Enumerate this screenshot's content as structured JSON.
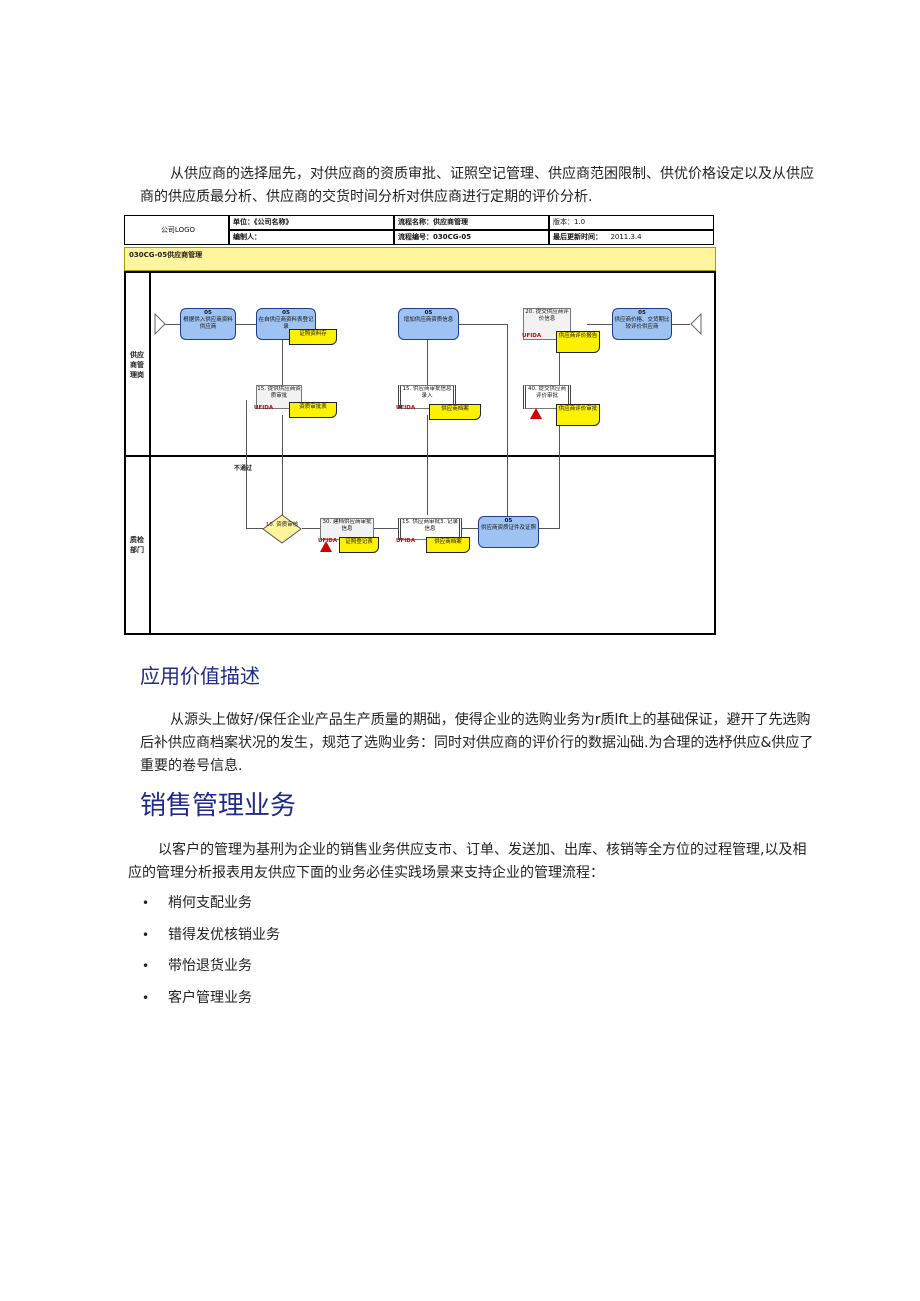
{
  "intro_paragraph": "从供应商的选择屈先，对供应商的资质审批、证照空记管理、供应商范困限制、供优价格设定以及从供应商的供应质最分析、供应商的交货时间分析对供应商进行定期的评价分析.",
  "diagram": {
    "header": {
      "logo": "公司LOGO",
      "unit_label": "单位：《公司名称》",
      "process_name_label": "流程名称：供应商管理",
      "version_label": "版本：1.0",
      "author_label": "编制人：",
      "process_code_label": "流程编号：030CG-05",
      "updated_label": "最后更新时间：",
      "updated_value": "2011.3.4"
    },
    "title": "030CG-05供应商管理",
    "lanes": [
      {
        "label": "供应商管理岗"
      },
      {
        "label": "质检部门"
      }
    ],
    "tasks": [
      {
        "code": "05",
        "text": "根据供入供应商资料供应商"
      },
      {
        "code": "05",
        "text": "在自供应商资料表登记录"
      },
      {
        "code": "05",
        "text": "增加供应商资质信息"
      },
      {
        "code": "05",
        "text": "供应商价格、交货期比较评价供应商"
      },
      {
        "code": "05",
        "text": "供应商资质证件及证照"
      }
    ],
    "docs": [
      {
        "text": "15. 提供供应商资质审批"
      },
      {
        "text": "15. 供应商审批信息录入"
      },
      {
        "text": "20. 提交供应商评价信息"
      },
      {
        "text": "40. 提交供应商评价审批"
      },
      {
        "text": "30. 建档供应商审批信息"
      },
      {
        "text": "15. 供应商审批3. 记录信息"
      }
    ],
    "notes": [
      {
        "text": "证照资料存"
      },
      {
        "text": "资质审批表"
      },
      {
        "text": "供应商档案"
      },
      {
        "text": "供应商评价报告"
      },
      {
        "text": "供应商评价审批"
      },
      {
        "text": "证照登记表"
      },
      {
        "text": "供应商档案"
      }
    ],
    "decision": {
      "text": "10. 资质审核"
    },
    "reject_label": "不通过",
    "ufida": "UFIDA"
  },
  "section1": {
    "heading": "应用价值描述",
    "paragraph": "从源头上做好/保任企业产品生产质量的期础，使得企业的选购业务为r质lft上的基础保证，避开了先选购后补供应商档案状况的发生，规范了选购业务：同时对供应商的评价行的数据汕础.为合理的选杼供应&供应了重要的卷号信息."
  },
  "section2": {
    "heading": "销售管理业务",
    "paragraph": "以客户的管理为基刑为企业的销售业务供应支市、订单、发送加、出库、核销等全方位的过程管理,以及相应的管理分析报表用友供应下面的业务必佳实践场景来支持企业的管理流程：",
    "bullets": [
      "梢何支配业务",
      "错得发优核销业务",
      "带怡退货业务",
      "客户管理业务"
    ],
    "bullet_symbol": "•"
  }
}
